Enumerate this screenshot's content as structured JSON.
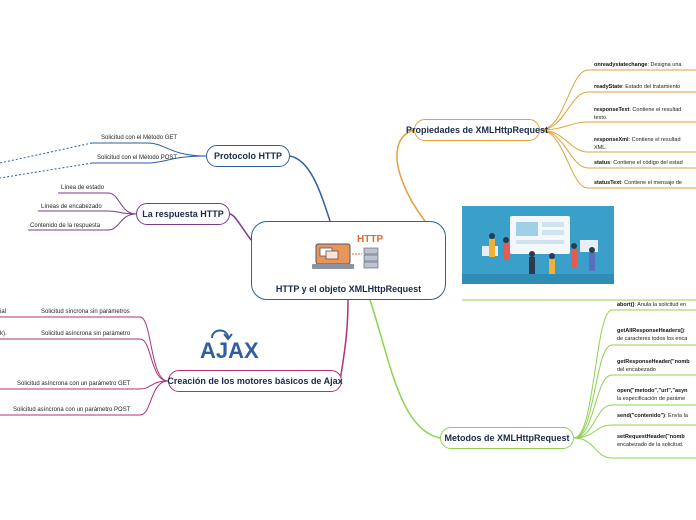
{
  "central": {
    "title": "HTTP y el objeto XMLHttpRequest",
    "logo_text": "HTTP"
  },
  "branches": {
    "protocolo": {
      "label": "Protocolo HTTP",
      "children": [
        "Solicitud con el Método GET",
        "Solicitud con el Método POST"
      ]
    },
    "respuesta": {
      "label": "La respuesta HTTP",
      "children": [
        "Línea de estado",
        "Líneas de encabezado",
        "Contenido de la respuesta"
      ]
    },
    "creacion": {
      "label": "Creación de los motores básicos de Ajax",
      "logo_text": "AJAX",
      "children": [
        "Solicitud síncrona sin parámetros",
        "Solicitud asíncrona sin parámetro",
        "Solicitud asíncrona con un parámetro GET",
        "Solicitud asíncrona con un parámetro POST"
      ],
      "left_fragments": [
        "ial",
        "k)."
      ]
    },
    "propiedades": {
      "label": "Propiedades de XMLHttpRequest",
      "items": [
        {
          "name": "onreadystatechange",
          "text": ": Designa una",
          "text2": ""
        },
        {
          "name": "readyState",
          "text": ": Estado del tratamiento",
          "text2": ""
        },
        {
          "name": "responseText",
          "text": ": Contiene el resultad",
          "text2": "texto."
        },
        {
          "name": "responseXml",
          "text": ": Contiene el resultad",
          "text2": "XML."
        },
        {
          "name": "status",
          "text": ": Contiene el código del estad",
          "text2": ""
        },
        {
          "name": "statusText",
          "text": ": Contiene el mensaje de",
          "text2": ""
        }
      ]
    },
    "metodos": {
      "label": "Metodos de XMLHttpRequest",
      "items": [
        {
          "name": "abort()",
          "text": ": Anula la solicitud en",
          "text2": ""
        },
        {
          "name": "getAllResponseHeaders()",
          "text": ":",
          "text2": "de caracteres todos los enca"
        },
        {
          "name": "getResponseHeader(\"nomb",
          "text": "",
          "text2": "del encabezado"
        },
        {
          "name": "open(\"metodo\",\"url\",\"asyn",
          "text": "",
          "text2": "la especificación de paráme"
        },
        {
          "name": "send(\"contenido\")",
          "text": ": Envía la",
          "text2": ""
        },
        {
          "name": "setRequestHeader(\"nomb",
          "text": "",
          "text2": "encabezado de la solicitud."
        }
      ]
    }
  },
  "colors": {
    "central_border": "#2e5fa0",
    "protocolo": "#2e5fa0",
    "respuesta": "#7a3b8c",
    "creacion": "#b0307a",
    "propiedades": "#e3a23a",
    "metodos": "#8fd14f"
  }
}
